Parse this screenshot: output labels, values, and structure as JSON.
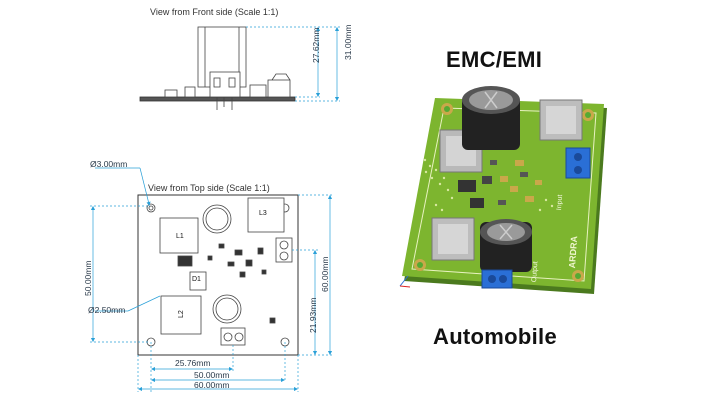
{
  "front_view": {
    "title": "View from Front side (Scale 1:1)",
    "dim_height_inner": "27.62mm",
    "dim_height_outer": "31.00mm"
  },
  "top_view": {
    "title": "View from Top side (Scale 1:1)",
    "hole_diameter_top": "Ø3.00mm",
    "hole_diameter_left": "Ø2.50mm",
    "dim_left_vertical": "50.00mm",
    "dim_right_inner": "21.93mm",
    "dim_right_outer": "60.00mm",
    "dim_bottom_inner": "25.76mm",
    "dim_bottom_mid": "50.00mm",
    "dim_bottom_outer": "60.00mm",
    "component_labels": [
      "L1",
      "L3",
      "D1",
      "L2"
    ]
  },
  "headline_top": "EMC/EMI",
  "headline_bottom": "Automobile",
  "board_3d": {
    "silk_input": "Input",
    "silk_output": "Output",
    "silk_brand": "ARDRA"
  },
  "colors": {
    "pcb_green": "#7db52f",
    "terminal_blue": "#2a6fd6",
    "dimension_line": "#2aa0d8"
  }
}
